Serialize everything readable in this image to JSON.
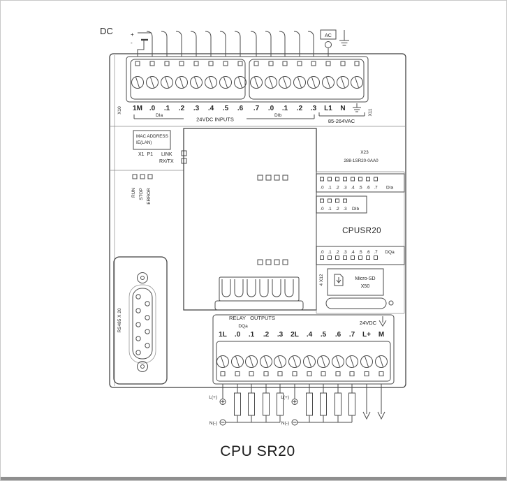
{
  "diagram": {
    "caption": "CPU SR20"
  },
  "supply": {
    "dc": "DC",
    "plus": "+",
    "minus": "-",
    "ac": "AC"
  },
  "top": {
    "x10": "X10",
    "x11": "X11",
    "terms1": [
      "1M",
      ".0",
      ".1",
      ".2",
      ".3",
      ".4",
      ".5",
      ".6"
    ],
    "dia": "DIa",
    "terms2": [
      ".7",
      ".0",
      ".1",
      ".2",
      ".3"
    ],
    "dib": "DIb",
    "l1": "L1",
    "n": "N",
    "inputs_caption": "24VDC INPUTS",
    "ac_caption": "85-264VAC"
  },
  "lan": {
    "line1": "MAC ADDRESS",
    "line2": "IE(LAN)",
    "port": "X1  P1",
    "link": "LINK",
    "rxtx": "RX/TX"
  },
  "status": {
    "leds": [
      "RUN",
      "STOP",
      "ERROR"
    ]
  },
  "board": {
    "x23": "X23",
    "order_no": "288-1SR20-0AA0",
    "cpu": "CPUSR20"
  },
  "leds": {
    "dia_bits": [
      ".0",
      ".1",
      ".2",
      ".3",
      ".4",
      ".5",
      ".6",
      ".7"
    ],
    "dia": "DIa",
    "dib_bits": [
      ".0",
      ".1",
      ".2",
      ".3"
    ],
    "dib": "DIb",
    "dqa_bits": [
      ".0",
      ".1",
      ".2",
      ".3",
      ".4",
      ".5",
      ".6",
      ".7"
    ],
    "dqa": "DQa"
  },
  "sd": {
    "x12": "4 X12",
    "name": "Micro-SD",
    "x50": "X50"
  },
  "serial": {
    "label": "RS485 X 20"
  },
  "out": {
    "caption": "RELAY   OUTPUTS",
    "dqa": "DQa",
    "vdc": "24VDC",
    "terms": [
      "1L",
      ".0",
      ".1",
      ".2",
      ".3",
      "2L",
      ".4",
      ".5",
      ".6",
      ".7",
      "L+",
      "M"
    ]
  },
  "wiring": {
    "l1": "L(+)",
    "n1": "N(-)",
    "l2": "L(+)",
    "n2": "N(-)"
  }
}
